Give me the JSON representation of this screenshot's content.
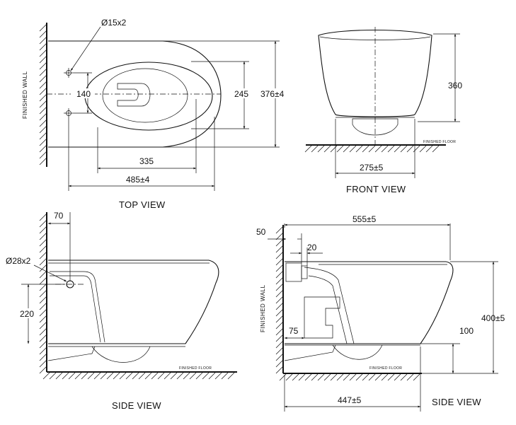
{
  "top_view": {
    "title": "TOP VIEW",
    "wall_label": "FINISHED WALL",
    "dim_hole": "Ø15x2",
    "dim_140": "140",
    "dim_245": "245",
    "dim_376": "376±4",
    "dim_335": "335",
    "dim_485": "485±4"
  },
  "front_view": {
    "title": "FRONT VIEW",
    "floor_label": "FINISHED FLOOR",
    "dim_360": "360",
    "dim_275": "275±5"
  },
  "side_view_left": {
    "title": "SIDE VIEW",
    "floor_label": "FINISHED FLOOR",
    "dim_70": "70",
    "dim_hole": "Ø28x2",
    "dim_220": "220"
  },
  "side_view_right": {
    "title": "SIDE VIEW",
    "wall_label": "FINISHED WALL",
    "floor_label": "FINISHED FLOOR",
    "dim_555": "555±5",
    "dim_50": "50",
    "dim_20": "20",
    "dim_75": "75",
    "dim_100": "100",
    "dim_400": "400±5",
    "dim_447": "447±5"
  }
}
